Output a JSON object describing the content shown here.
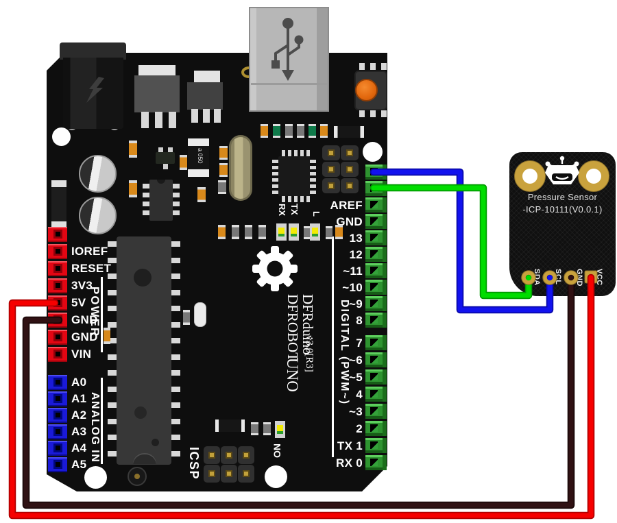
{
  "arduino_board": {
    "brand": {
      "maker": "DFROBOT",
      "line": "DFRduino",
      "model": "UNO",
      "version": "v3.0[R3]"
    },
    "power_header": {
      "group_label": "POWER",
      "pin_labels": [
        "",
        "IOREF",
        "RESET",
        "3V3",
        "5V",
        "GND",
        "GND",
        "VIN"
      ]
    },
    "analog_header": {
      "group_label": "ANALOG IN",
      "pin_labels": [
        "A0",
        "A1",
        "A2",
        "A3",
        "A4",
        "A5"
      ]
    },
    "digital_header": {
      "group_label": "DIGITAL (PWM~)",
      "pin_labels": [
        "",
        "",
        "AREF",
        "GND",
        "13",
        "12",
        "~11",
        "~10",
        "~9",
        "8",
        "7",
        "~6",
        "~5",
        "4",
        "~3",
        "2",
        "TX 1",
        "RX 0"
      ]
    },
    "icsp_label": "ICSP",
    "led_labels": {
      "rx": "RX",
      "tx": "TX",
      "l": "L",
      "on": "ON"
    },
    "fuse_label": "a 050",
    "icons": [
      "usb-icon",
      "lightning-bolt-icon",
      "gear-logo-icon",
      "reset-button"
    ]
  },
  "sensor_board": {
    "title_line1": "Pressure Sensor",
    "title_line2": "-ICP-10111(V0.0.1)",
    "pin_labels": [
      "SDA",
      "SCL",
      "GND",
      "VCC"
    ],
    "icons": [
      "dfrobot-robot-icon"
    ]
  },
  "wires": [
    {
      "name": "vcc-wire",
      "color": "#f60000",
      "outline": "#b00000",
      "from": "Arduino 5V",
      "to": "Sensor VCC"
    },
    {
      "name": "gnd-wire",
      "color": "#301113",
      "outline": "#190607",
      "from": "Arduino GND",
      "to": "Sensor GND"
    },
    {
      "name": "scl-wire",
      "color": "#1212ee",
      "outline": "#0808a8",
      "from": "Arduino SCL (top pin)",
      "to": "Sensor SCL"
    },
    {
      "name": "sda-wire",
      "color": "#00dd00",
      "outline": "#009b00",
      "from": "Arduino SDA (2nd pin)",
      "to": "Sensor SDA"
    }
  ],
  "colors": {
    "pcb_black": "#0e0e0e",
    "digital_header_green": "#2e9430",
    "power_header_red": "#e30613",
    "analog_header_blue": "#1a1ad8",
    "pad_gold": "#c9a23d",
    "usb_silver": "#b7b7b7",
    "reset_button_orange": "#e8680f"
  }
}
